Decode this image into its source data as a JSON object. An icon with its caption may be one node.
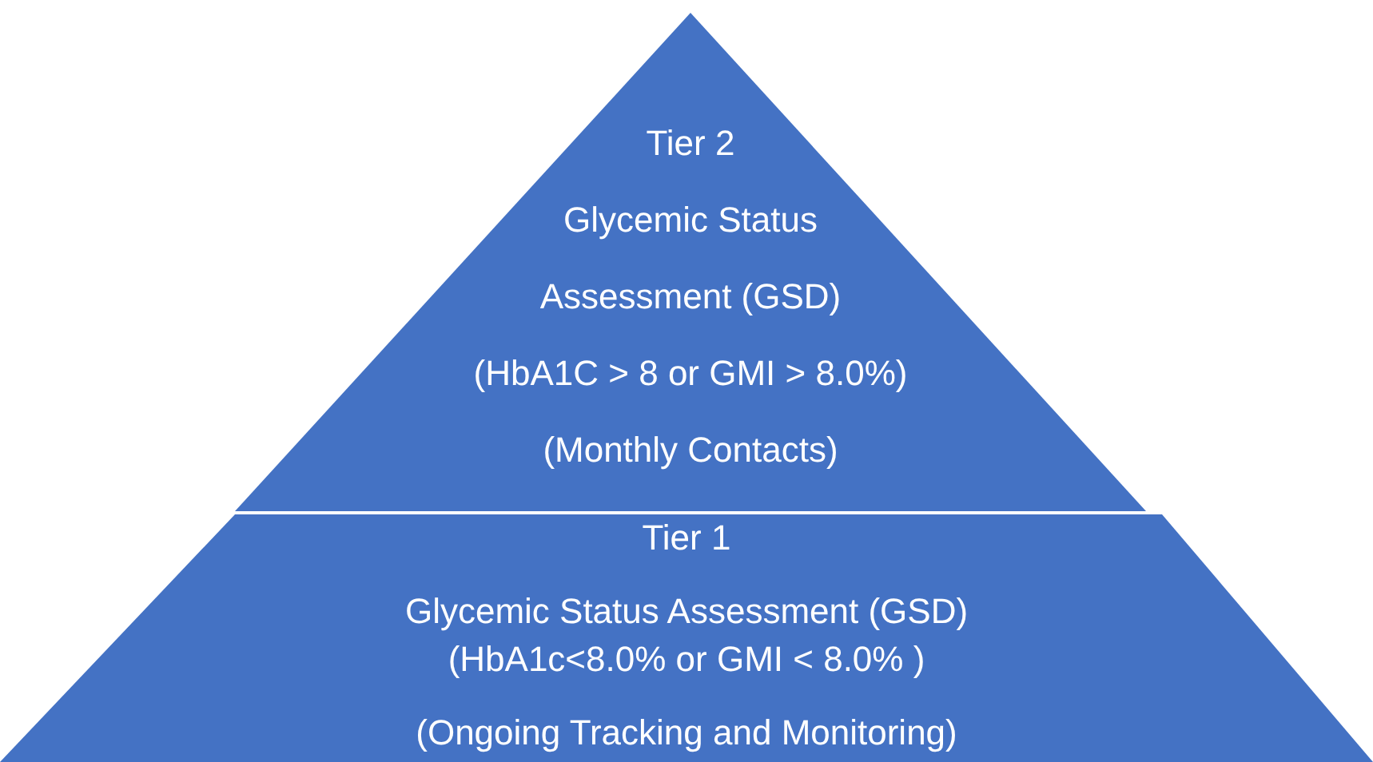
{
  "diagram": {
    "nodes": [
      {
        "text": [
          "Tier 2",
          "Glycemic Status Assessment (GSD)",
          "(HbA1C > 8 or GMI > 8.0%)",
          "(Monthly Contacts)"
        ]
      },
      {
        "text": [
          "Tier 1",
          "Glycemic Status Assessment (GSD)",
          "(HbA1c<8.0% or GMI < 8.0% )",
          "(Ongoing Tracking and Monitoring)"
        ]
      }
    ]
  }
}
